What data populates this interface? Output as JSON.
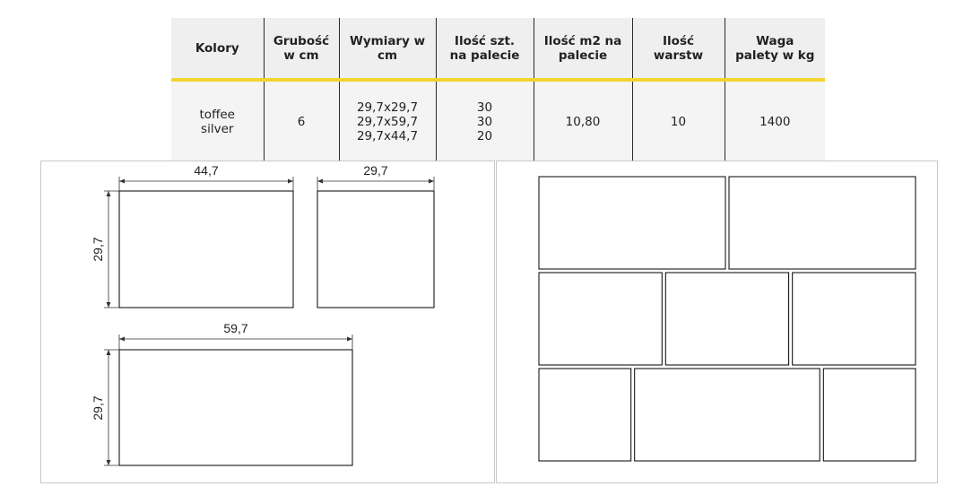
{
  "table": {
    "headers": [
      "Kolory",
      [
        "Grubość",
        "w cm"
      ],
      [
        "Wymiary w",
        "cm"
      ],
      [
        "Ilość szt.",
        "na palecie"
      ],
      [
        "Ilość m2 na",
        "palecie"
      ],
      [
        "Ilość",
        "warstw"
      ],
      [
        "Waga",
        "palety w kg"
      ]
    ],
    "row": [
      [
        "toffee",
        "silver"
      ],
      [
        "6"
      ],
      [
        "29,7x29,7",
        "29,7x59,7",
        "29,7x44,7"
      ],
      [
        "30",
        "30",
        "20"
      ],
      [
        "10,80"
      ],
      [
        "10"
      ],
      [
        "1400"
      ]
    ],
    "accent_color": "#f2d430"
  },
  "dimensions": {
    "top_left_width": "44,7",
    "top_right_width": "29,7",
    "top_height": "29,7",
    "bottom_width": "59,7",
    "bottom_height": "29,7"
  },
  "pattern": {
    "rows": [
      [
        44.7,
        44.7
      ],
      [
        29.7,
        29.7,
        29.7
      ],
      [
        29.7,
        59.7,
        29.7
      ]
    ]
  }
}
